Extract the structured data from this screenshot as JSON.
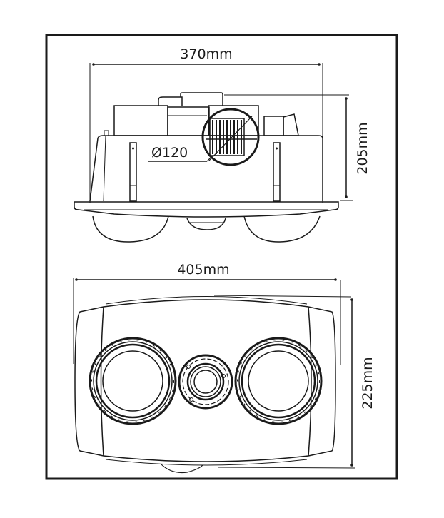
{
  "diagram": {
    "type": "technical-drawing",
    "subject": "ceiling bathroom heater / exhaust fan unit",
    "colors": {
      "line": "#1a1a1a",
      "background": "#ffffff"
    },
    "side_view": {
      "width_label": "370mm",
      "height_label": "205mm",
      "duct_label": "Ø120"
    },
    "top_view": {
      "width_label": "405mm",
      "height_label": "225mm"
    }
  }
}
